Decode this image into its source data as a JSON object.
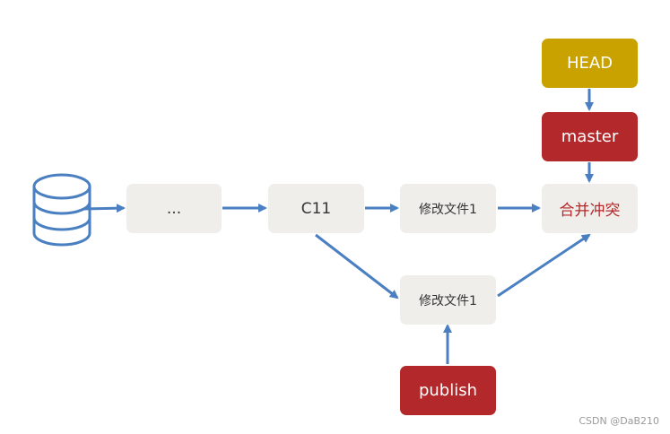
{
  "nodes": {
    "ellipsis": {
      "label": "..."
    },
    "c11": {
      "label": "C11"
    },
    "commit_master": {
      "label": "修改文件1"
    },
    "commit_publish": {
      "label": "修改文件1"
    },
    "merge_conflict": {
      "label": "合并冲突"
    },
    "head": {
      "label": "HEAD"
    },
    "master": {
      "label": "master"
    },
    "publish": {
      "label": "publish"
    }
  },
  "icons": {
    "repository": "database-icon"
  },
  "colors": {
    "arrow": "#4a7fc1",
    "commit_fill": "#f0eeea",
    "head_fill": "#c9a200",
    "branch_fill": "#b3282a",
    "conflict_text": "#b3282a"
  },
  "watermark": "CSDN @DaB210"
}
